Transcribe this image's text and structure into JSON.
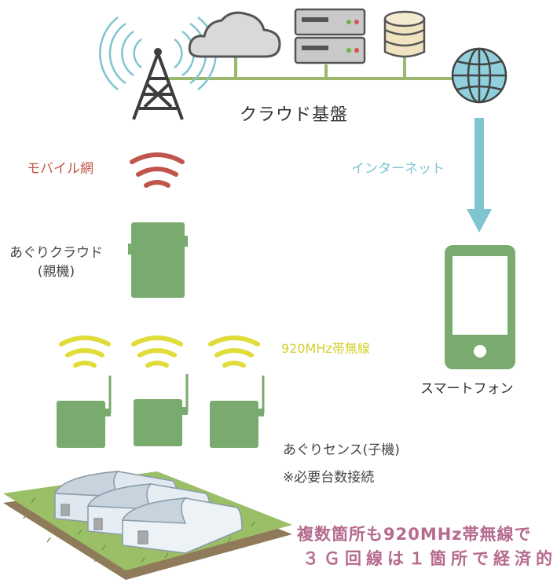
{
  "labels": {
    "cloud_infra": "クラウド基盤",
    "mobile_network": "モバイル網",
    "internet": "インターネット",
    "parent_unit": "あぐりクラウド",
    "parent_unit_sub": "(親機)",
    "radio_920": "920MHz帯無線",
    "smartphone": "スマートフォン",
    "child_unit": "あぐりセンス(子機)",
    "connect_note": "※必要台数接続",
    "promo_line1": "複数箇所も920MHz帯無線で",
    "promo_line2": "３Ｇ回線は１箇所で経済的"
  },
  "colors": {
    "device_green": "#7aab6e",
    "signal_red": "#c0564b",
    "signal_yellow": "#e0dc3a",
    "arrow_cyan": "#7fc5cf",
    "promo_pink": "#b56a8e"
  },
  "icons": [
    "antenna-tower-icon",
    "cloud-icon",
    "server-icon",
    "database-icon",
    "globe-icon",
    "smartphone-icon",
    "greenhouse-icon"
  ]
}
